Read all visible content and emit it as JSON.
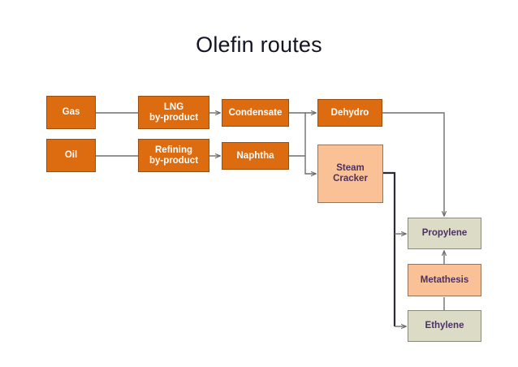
{
  "title": "Olefin routes",
  "colors": {
    "background": "#FFFFFF",
    "title_text": "#141425",
    "feedstock_fill": "#DD6B10",
    "feedstock_border": "#9E4D0B",
    "feedstock_text": "#FFFFFF",
    "process_fill": "#F9C195",
    "process_border": "#9A7256",
    "product_fill": "#DCDCC6",
    "product_border": "#8A8A7A",
    "product_text": "#4B3163",
    "edge_gray": "#6E6E6E",
    "edge_dark": "#2A2A3A"
  },
  "diagram": {
    "type": "flowchart",
    "nodes": [
      {
        "id": "gas",
        "label": "Gas",
        "style": "orange"
      },
      {
        "id": "oil",
        "label": "Oil",
        "style": "orange"
      },
      {
        "id": "lng",
        "label": "LNG\nby-product",
        "style": "orange"
      },
      {
        "id": "refining",
        "label": "Refining\nby-product",
        "style": "orange"
      },
      {
        "id": "condensate",
        "label": "Condensate",
        "style": "orange"
      },
      {
        "id": "naphtha",
        "label": "Naphtha",
        "style": "orange"
      },
      {
        "id": "dehydro",
        "label": "Dehydro",
        "style": "orange"
      },
      {
        "id": "cracker",
        "label": "Steam\nCracker",
        "style": "peach"
      },
      {
        "id": "propylene",
        "label": "Propylene",
        "style": "khaki"
      },
      {
        "id": "metathesis",
        "label": "Metathesis",
        "style": "peach"
      },
      {
        "id": "ethylene",
        "label": "Ethylene",
        "style": "khaki"
      }
    ],
    "edges": [
      {
        "from": "gas",
        "to": "lng",
        "arrow": false
      },
      {
        "from": "oil",
        "to": "refining",
        "arrow": false
      },
      {
        "from": "lng",
        "to": "condensate",
        "arrow": true
      },
      {
        "from": "refining",
        "to": "naphtha",
        "arrow": true
      },
      {
        "from": "condensate",
        "to": "dehydro",
        "arrow": true
      },
      {
        "from": "condensate",
        "to": "cracker",
        "arrow": true
      },
      {
        "from": "naphtha",
        "to": "cracker",
        "arrow": true
      },
      {
        "from": "dehydro",
        "to": "propylene",
        "arrow": true
      },
      {
        "from": "cracker",
        "to": "propylene",
        "arrow": true
      },
      {
        "from": "cracker",
        "to": "ethylene",
        "arrow": true
      },
      {
        "from": "ethylene",
        "to": "metathesis",
        "arrow": false
      },
      {
        "from": "metathesis",
        "to": "propylene",
        "arrow": true
      }
    ]
  },
  "nodes": {
    "gas": "Gas",
    "oil": "Oil",
    "lng_line1": "LNG",
    "lng_line2": "by-product",
    "refining_line1": "Refining",
    "refining_line2": "by-product",
    "condensate": "Condensate",
    "naphtha": "Naphtha",
    "dehydro": "Dehydro",
    "cracker_line1": "Steam",
    "cracker_line2": "Cracker",
    "propylene": "Propylene",
    "metathesis": "Metathesis",
    "ethylene": "Ethylene"
  }
}
